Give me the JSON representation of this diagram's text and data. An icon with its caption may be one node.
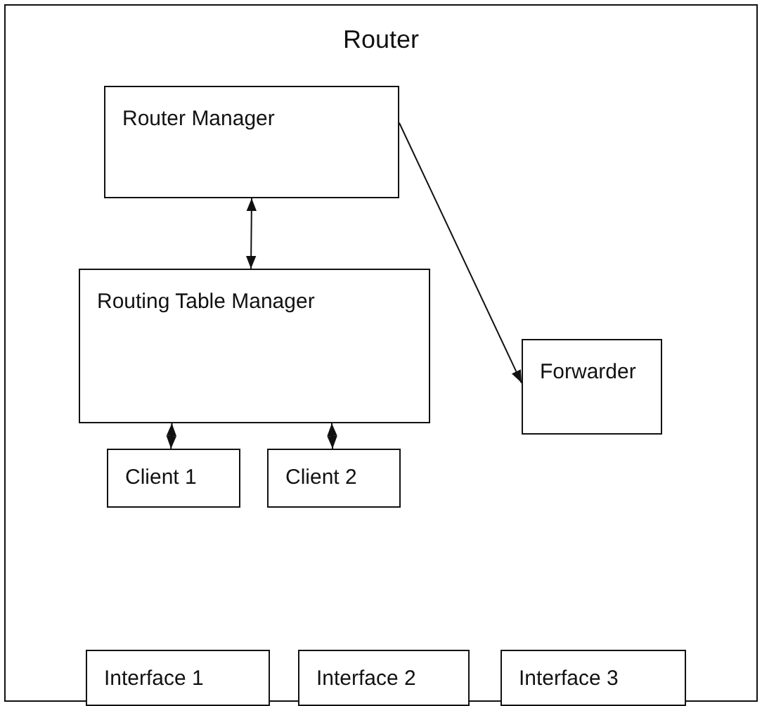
{
  "diagram": {
    "nodes": [
      {
        "text": [
          "Router"
        ]
      },
      {
        "text": [
          "Router Manager"
        ],
        "in": 0
      },
      {
        "text": [
          "Routing Table Manager"
        ],
        "in": 0
      },
      {
        "text": [
          "Forwarder"
        ],
        "in": 0
      },
      {
        "text": [
          "Client 1"
        ],
        "in": 0
      },
      {
        "text": [
          "Client 2"
        ],
        "in": 0
      },
      {
        "text": [
          "Interface 1"
        ],
        "in": 0
      },
      {
        "text": [
          "Interface 2"
        ],
        "in": 0
      },
      {
        "text": [
          "Interface 3"
        ],
        "in": 0
      }
    ],
    "edges": [
      {
        "from": 1,
        "to": 2,
        "arrow": "both"
      },
      {
        "from": 1,
        "to": 3,
        "arrow": "to"
      },
      {
        "from": 2,
        "to": 4,
        "arrow": "both"
      },
      {
        "from": 2,
        "to": 5,
        "arrow": "both"
      }
    ]
  }
}
